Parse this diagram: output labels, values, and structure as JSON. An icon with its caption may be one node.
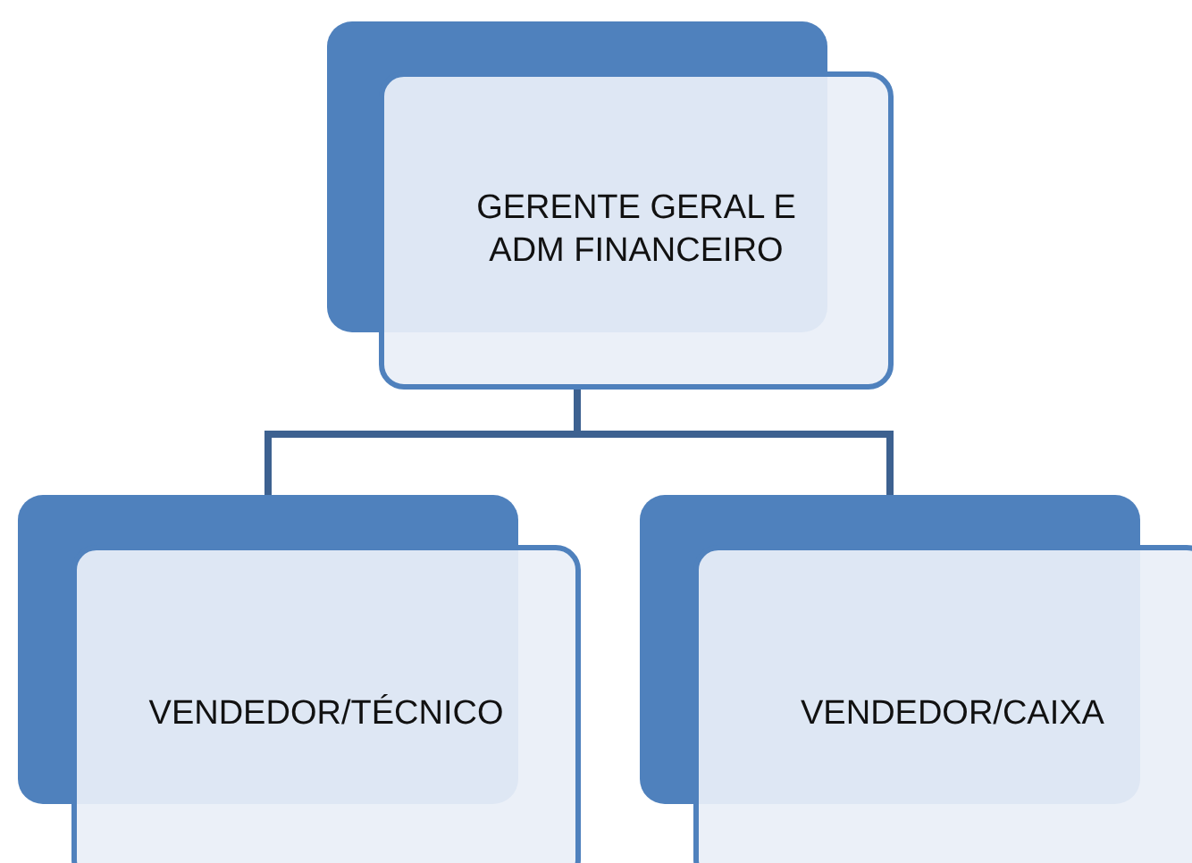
{
  "diagram": {
    "nodes": [
      {
        "text": [
          "GERENTE GERAL E ADM FINANCEIRO"
        ]
      },
      {
        "text": [
          "VENDEDOR/TÉCNICO"
        ]
      },
      {
        "text": [
          "VENDEDOR/CAIXA"
        ]
      }
    ],
    "edges": [
      {
        "from": 0,
        "to": 1,
        "arrow": "none"
      },
      {
        "from": 0,
        "to": 2,
        "arrow": "none"
      }
    ]
  }
}
